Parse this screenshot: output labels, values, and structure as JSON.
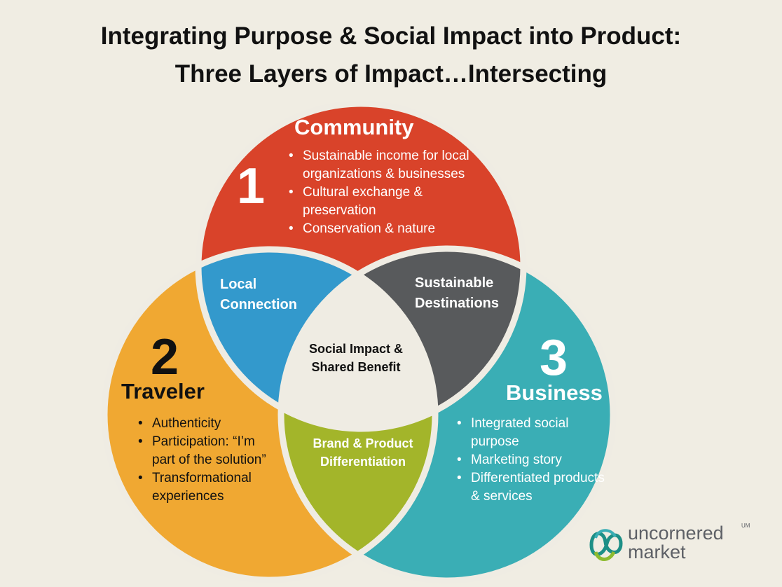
{
  "title": {
    "line1": "Integrating Purpose & Social Impact into Product:",
    "line2": "Three Layers of Impact…Intersecting"
  },
  "circles": {
    "community": {
      "number": "1",
      "label": "Community",
      "color": "#d9432a",
      "bullets": [
        "Sustainable income for local organizations & businesses",
        "Cultural exchange  & preservation",
        "Conservation & nature"
      ]
    },
    "traveler": {
      "number": "2",
      "label": "Traveler",
      "color": "#f0a832",
      "bullets": [
        "Authenticity",
        "Participation: “I’m part of the solution”",
        "Transformational experiences"
      ]
    },
    "business": {
      "number": "3",
      "label": "Business",
      "color": "#3aaeb5",
      "bullets": [
        "Integrated social purpose",
        "Marketing story",
        "Differentiated products & services"
      ]
    }
  },
  "intersections": {
    "community_traveler": {
      "label": "Local Connection",
      "color": "#3399cc"
    },
    "community_business": {
      "label": "Sustainable Destinations",
      "color": "#585a5c"
    },
    "traveler_business": {
      "label": "Brand & Product Differentiation",
      "color": "#a3b52a"
    },
    "center": {
      "label": "Social Impact & Shared Benefit",
      "color": "#efece3"
    }
  },
  "logo": {
    "line1": "uncornered",
    "line2": "market",
    "mark": "UM"
  }
}
